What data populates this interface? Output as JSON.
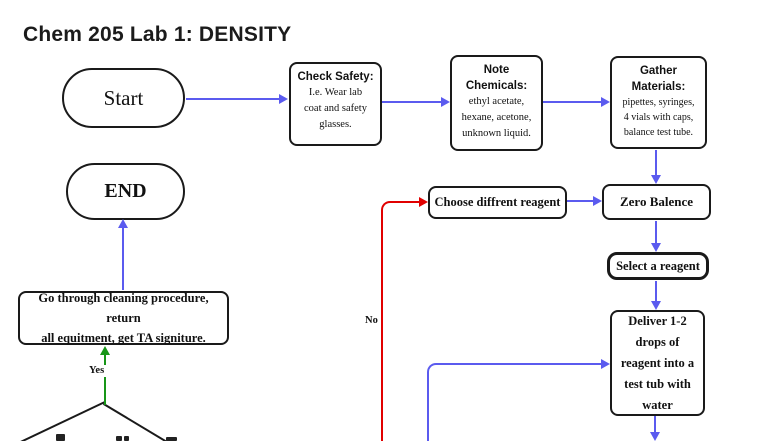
{
  "title": "Chem 205 Lab 1: DENSITY",
  "nodes": {
    "start": {
      "label": "Start"
    },
    "end": {
      "label": "END"
    },
    "check_safety": {
      "header": "Check Safety:",
      "body": "I.e. Wear lab\ncoat and safety\nglasses."
    },
    "note_chemicals": {
      "header": "Note\nChemicals:",
      "body": "ethyl acetate,\nhexane, acetone,\nunknown liquid."
    },
    "gather_materials": {
      "header": "Gather\nMaterials:",
      "body": "pipettes, syringes,\n4 vials with caps,\nbalance test tube."
    },
    "choose_reagent": {
      "label": "Choose diffrent reagent"
    },
    "zero_balance": {
      "label": "Zero Balence"
    },
    "select_reagent": {
      "label": "Select a reagent"
    },
    "deliver_drops": {
      "label": "Deliver 1-2\ndrops of\nreagent into a\ntest tub with\nwater"
    },
    "cleaning": {
      "label": "Go through cleaning procedure, return\nall equitment, get TA signiture."
    }
  },
  "edge_labels": {
    "yes": "Yes",
    "no": "No"
  },
  "colors": {
    "edge_blue": "#5b5bef",
    "edge_red": "#e10000",
    "edge_green": "#189618",
    "node_border": "#1a1a1a",
    "background": "#ffffff"
  }
}
